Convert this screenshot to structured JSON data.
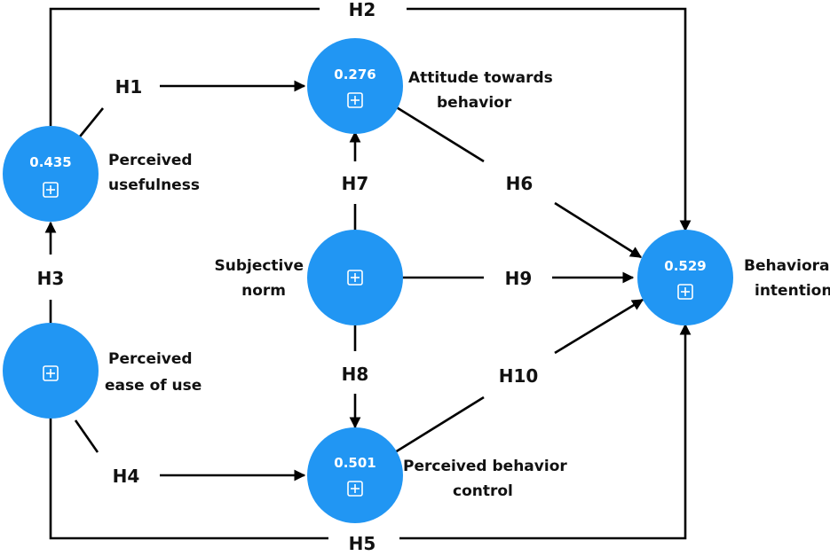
{
  "colors": {
    "node_fill": "#2196f3",
    "line": "#000000"
  },
  "nodes": {
    "pu": {
      "value": "0.435",
      "label": [
        "Perceived",
        "usefulness"
      ],
      "icon": "expand-icon"
    },
    "peou": {
      "value": "",
      "label": [
        "Perceived",
        "ease of use"
      ],
      "icon": "expand-icon"
    },
    "att": {
      "value": "0.276",
      "label": [
        "Attitude towards",
        "behavior"
      ],
      "icon": "expand-icon"
    },
    "sn": {
      "value": "",
      "label": [
        "Subjective",
        "norm"
      ],
      "icon": "expand-icon"
    },
    "pbc": {
      "value": "0.501",
      "label": [
        "Perceived behavior",
        "control"
      ],
      "icon": "expand-icon"
    },
    "bi": {
      "value": "0.529",
      "label": [
        "Behavioral",
        "intention"
      ],
      "icon": "expand-icon"
    }
  },
  "hypotheses": {
    "h1": "H1",
    "h2": "H2",
    "h3": "H3",
    "h4": "H4",
    "h5": "H5",
    "h6": "H6",
    "h7": "H7",
    "h8": "H8",
    "h9": "H9",
    "h10": "H10"
  }
}
